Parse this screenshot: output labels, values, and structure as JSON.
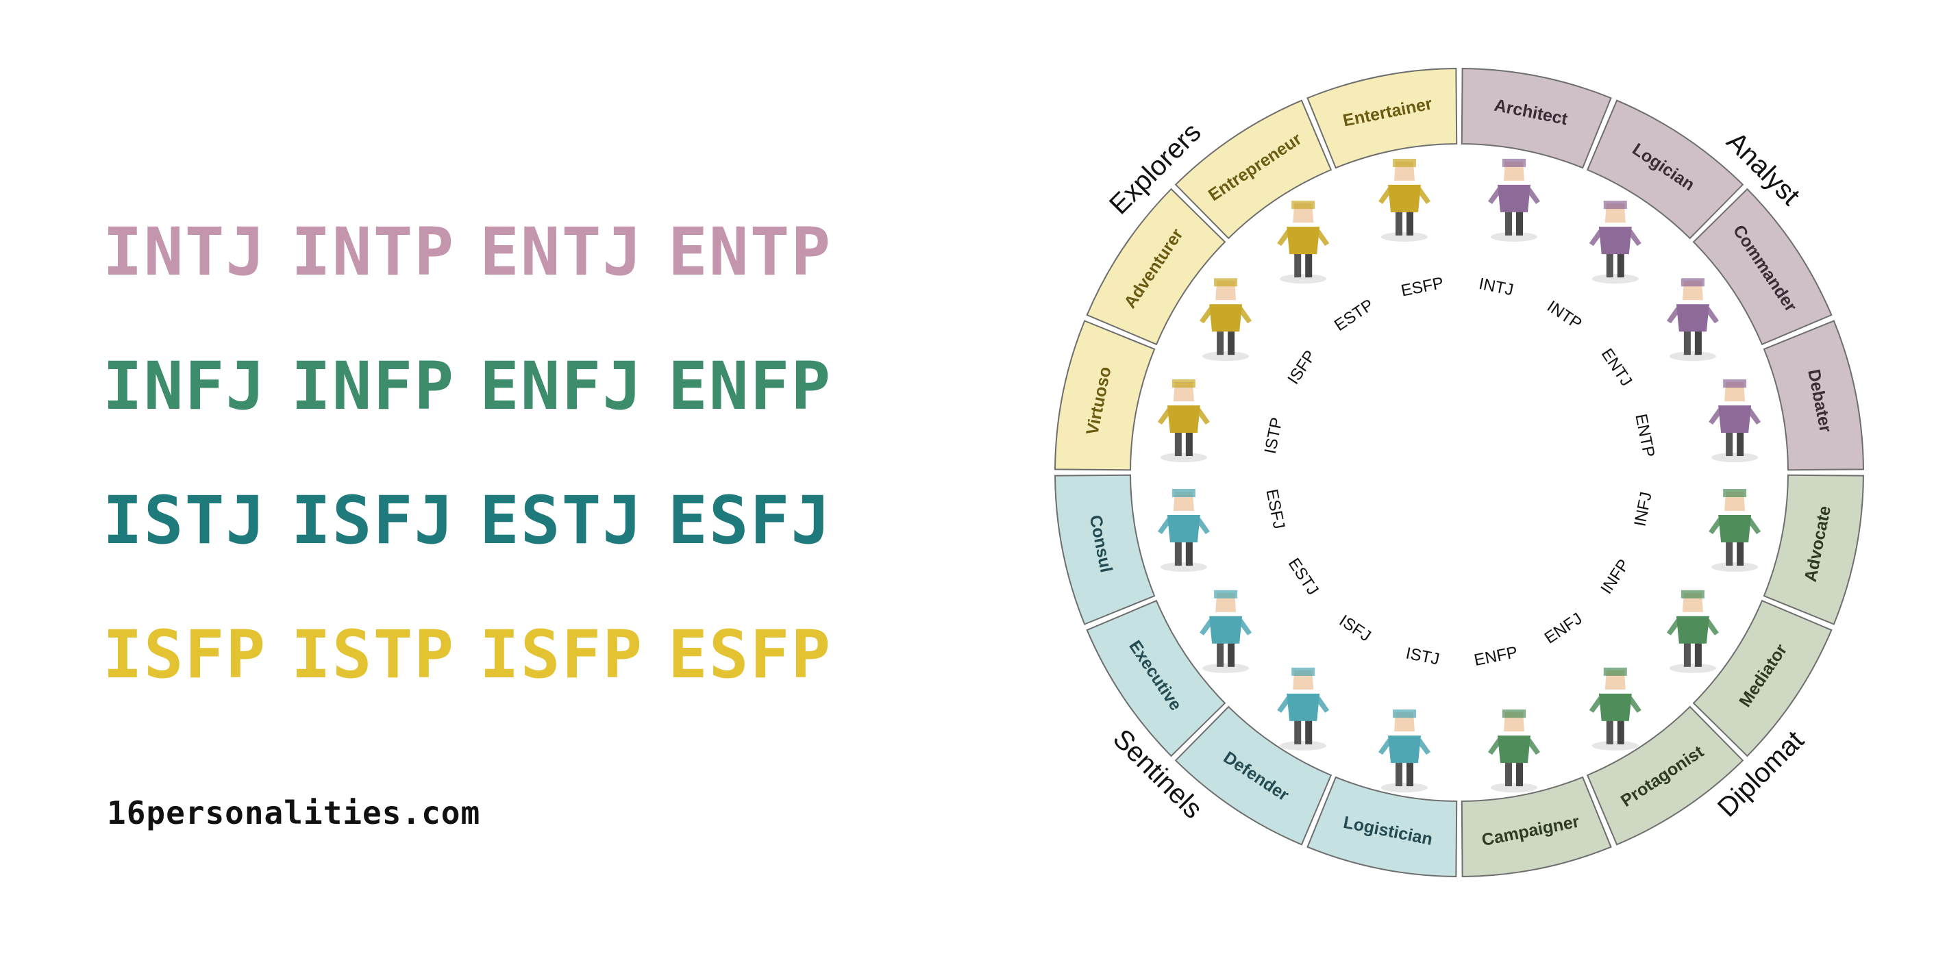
{
  "code_rows": [
    {
      "color": "#c396ae",
      "codes": [
        "INTJ",
        "INTP",
        "ENTJ",
        "ENTP"
      ]
    },
    {
      "color": "#3d8c6b",
      "codes": [
        "INFJ",
        "INFP",
        "ENFJ",
        "ENFP"
      ]
    },
    {
      "color": "#1f7a7c",
      "codes": [
        "ISTJ",
        "ISFJ",
        "ESTJ",
        "ESFJ"
      ]
    },
    {
      "color": "#e4c332",
      "codes": [
        "ISFP",
        "ISTP",
        "ISFP",
        "ESFP"
      ]
    }
  ],
  "website": "16personalities.com",
  "wheel": {
    "groups": [
      {
        "name": "Analyst",
        "fill": "#cfc0c8",
        "text": "#3c2b36"
      },
      {
        "name": "Diplomat",
        "fill": "#cfd8c3",
        "text": "#2f3a24"
      },
      {
        "name": "Sentinels",
        "fill": "#c5e1e1",
        "text": "#244a52"
      },
      {
        "name": "Explorers",
        "fill": "#f5ecb8",
        "text": "#6b5b12"
      }
    ],
    "segments": [
      {
        "name": "Architect",
        "code": "INTJ",
        "group": 0
      },
      {
        "name": "Logician",
        "code": "INTP",
        "group": 0
      },
      {
        "name": "Commander",
        "code": "ENTJ",
        "group": 0
      },
      {
        "name": "Debater",
        "code": "ENTP",
        "group": 0
      },
      {
        "name": "Advocate",
        "code": "INFJ",
        "group": 1
      },
      {
        "name": "Mediator",
        "code": "INFP",
        "group": 1
      },
      {
        "name": "Protagonist",
        "code": "ENFJ",
        "group": 1
      },
      {
        "name": "Campaigner",
        "code": "ENFP",
        "group": 1
      },
      {
        "name": "Logistician",
        "code": "ISTJ",
        "group": 2
      },
      {
        "name": "Defender",
        "code": "ISFJ",
        "group": 2
      },
      {
        "name": "Executive",
        "code": "ESTJ",
        "group": 2
      },
      {
        "name": "Consul",
        "code": "ESFJ",
        "group": 2
      },
      {
        "name": "Virtuoso",
        "code": "ISTP",
        "group": 3
      },
      {
        "name": "Adventurer",
        "code": "ISFP",
        "group": 3
      },
      {
        "name": "Entrepreneur",
        "code": "ESTP",
        "group": 3
      },
      {
        "name": "Entertainer",
        "code": "ESFP",
        "group": 3
      }
    ],
    "character_colors": [
      "#8e6a98",
      "#4f8e5a",
      "#4fa7b4",
      "#c9a827"
    ]
  }
}
